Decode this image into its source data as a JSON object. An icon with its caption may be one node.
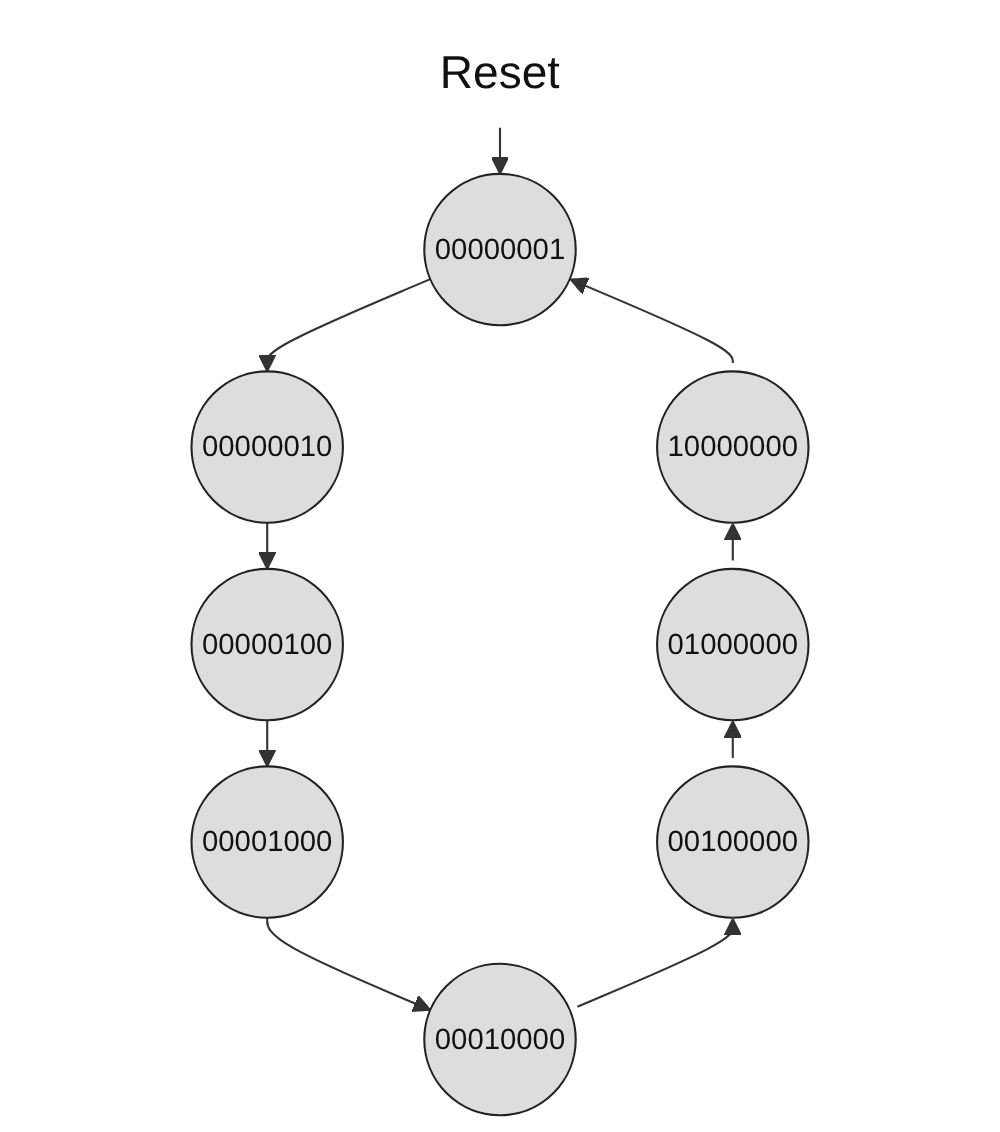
{
  "diagram": {
    "nodes": [
      {
        "text": [
          "Reset"
        ]
      },
      {
        "text": [
          "00000001"
        ]
      },
      {
        "text": [
          "00000010"
        ]
      },
      {
        "text": [
          "00000100"
        ]
      },
      {
        "text": [
          "00001000"
        ]
      },
      {
        "text": [
          "00010000"
        ]
      },
      {
        "text": [
          "00100000"
        ]
      },
      {
        "text": [
          "01000000"
        ]
      },
      {
        "text": [
          "10000000"
        ]
      }
    ],
    "edges": [
      {
        "from": 0,
        "to": 1,
        "arrow": "to"
      },
      {
        "from": 1,
        "to": 2,
        "arrow": "to"
      },
      {
        "from": 2,
        "to": 3,
        "arrow": "to"
      },
      {
        "from": 3,
        "to": 4,
        "arrow": "to"
      },
      {
        "from": 4,
        "to": 5,
        "arrow": "to"
      },
      {
        "from": 5,
        "to": 6,
        "arrow": "to"
      },
      {
        "from": 6,
        "to": 7,
        "arrow": "to"
      },
      {
        "from": 7,
        "to": 8,
        "arrow": "to"
      },
      {
        "from": 8,
        "to": 1,
        "arrow": "to"
      }
    ]
  }
}
